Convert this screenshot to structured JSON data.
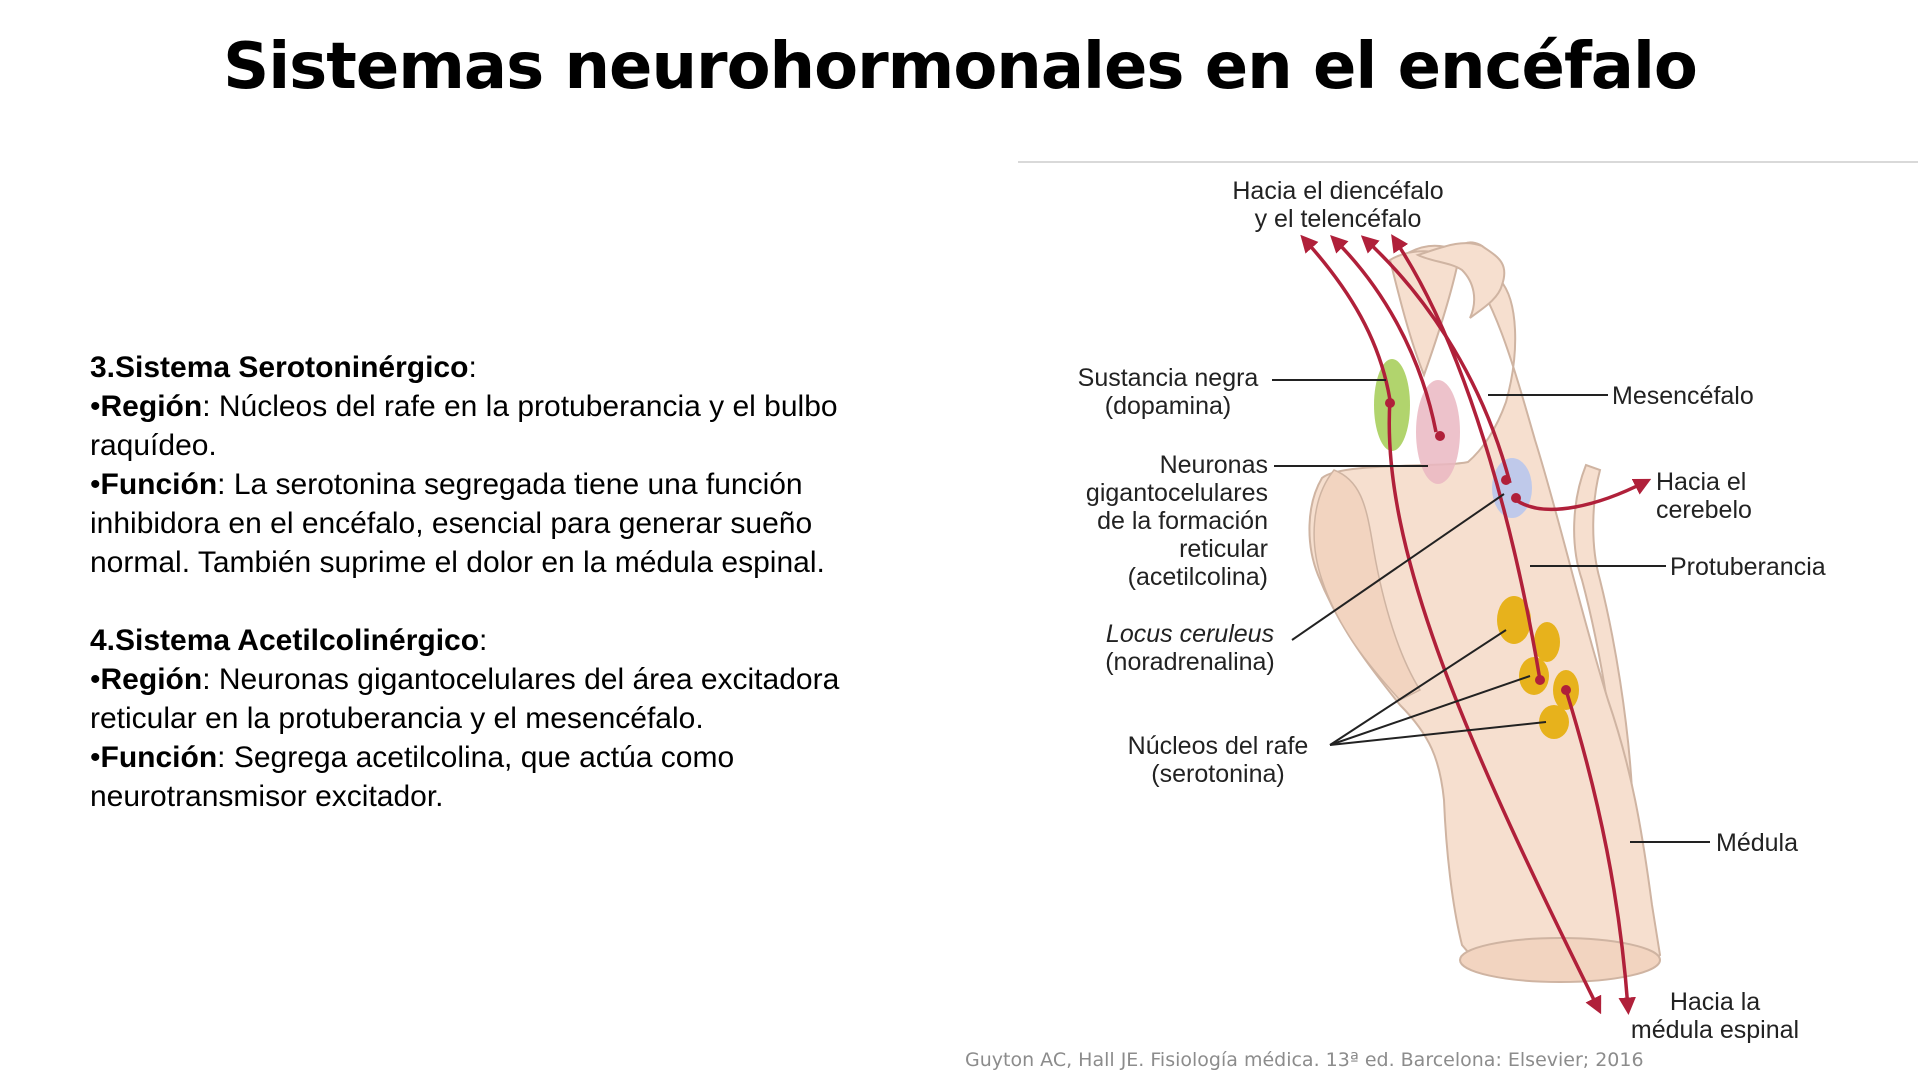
{
  "slide": {
    "title": "Sistemas neurohormonales en el encéfalo",
    "sections": [
      {
        "heading": "3.Sistema Serotoninérgico",
        "region_label": "Región",
        "region_text": ": Núcleos del rafe en la protuberancia y el bulbo raquídeo.",
        "function_label": "Función",
        "function_text": ": La serotonina segregada tiene una función inhibidora en el encéfalo, esencial para generar sueño normal. También suprime el dolor en la médula espinal."
      },
      {
        "heading": "4.Sistema Acetilcolinérgico",
        "region_label": "Región",
        "region_text": ": Neuronas gigantocelulares del área excitadora reticular en la protuberancia y el mesencéfalo.",
        "function_label": "Función",
        "function_text": ": Segrega acetilcolina, que actúa como neurotransmisor excitador."
      }
    ],
    "bullet": "•",
    "colon": ":"
  },
  "diagram": {
    "labels": {
      "top_1": "Hacia el diencéfalo",
      "top_2": "y el telencéfalo",
      "sustancia_1": "Sustancia negra",
      "sustancia_2": "(dopamina)",
      "neuronas_1": "Neuronas",
      "neuronas_2": "gigantocelulares",
      "neuronas_3": "de la formación",
      "neuronas_4": "reticular",
      "neuronas_5": "(acetilcolina)",
      "locus_1": "Locus ceruleus",
      "locus_2": "(noradrenalina)",
      "rafe_1": "Núcleos del rafe",
      "rafe_2": "(serotonina)",
      "mesencefalo": "Mesencéfalo",
      "cerebelo_1": "Hacia el",
      "cerebelo_2": "cerebelo",
      "protuberancia": "Protuberancia",
      "medula": "Médula",
      "medula_espinal_1": "Hacia la",
      "medula_espinal_2": "médula espinal"
    },
    "colors": {
      "tissue": "#f6dfcf",
      "tissue_outline": "#cfb4a2",
      "pathway": "#b0203a",
      "dopamine": "#a9cf5d",
      "acetylcholine": "#eab7c2",
      "noradrenaline": "#b9c6ec",
      "serotonin": "#e7b21c"
    }
  },
  "caption": "Guyton AC, Hall JE. Fisiología médica. 13ª ed. Barcelona: Elsevier; 2016"
}
